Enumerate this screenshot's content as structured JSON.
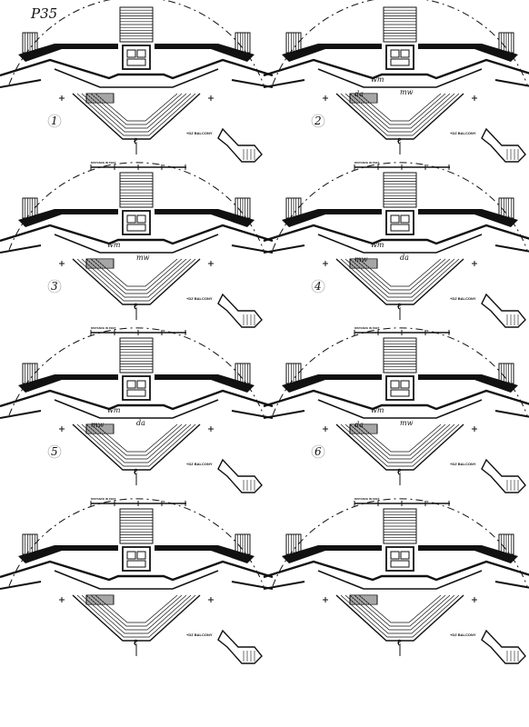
{
  "sheet": {
    "page_mark": "P35",
    "panels": [
      {
        "number": "1",
        "marks": []
      },
      {
        "number": "2",
        "marks": [
          "wm",
          "mw",
          "da"
        ]
      },
      {
        "number": "3",
        "marks": [
          "wm",
          "mw"
        ]
      },
      {
        "number": "4",
        "marks": [
          "wm",
          "da",
          "mw"
        ]
      },
      {
        "number": "5",
        "marks": [
          "wm",
          "da",
          "mw"
        ]
      },
      {
        "number": "6",
        "marks": [
          "wm",
          "mw",
          "da"
        ]
      },
      {
        "number": "",
        "marks": []
      },
      {
        "number": "",
        "marks": []
      }
    ],
    "balcony_label": "BALCONY",
    "balcony_code": "+DZ",
    "centerline_label": "ℓ",
    "scale_label": "DISTANCE IN FEET"
  },
  "colors": {
    "ink": "#111111",
    "paper": "#ffffff"
  }
}
